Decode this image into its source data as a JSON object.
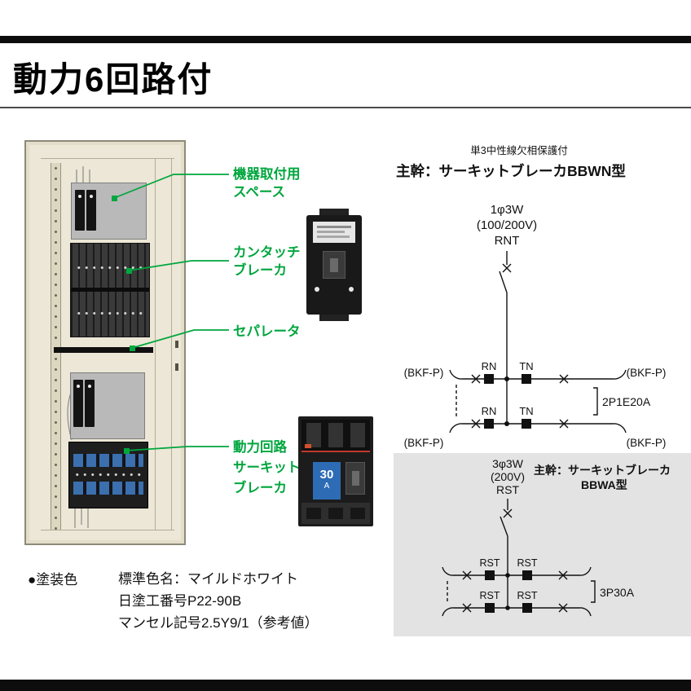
{
  "page": {
    "title": "動力6回路付"
  },
  "callouts": {
    "equipment_space": {
      "line1": "機器取付用",
      "line2": "スペース"
    },
    "kantouch_breaker": {
      "line1": "カンタッチ",
      "line2": "ブレーカ"
    },
    "separator": {
      "line1": "セパレータ"
    },
    "power_circuit_breaker": {
      "line1": "動力回路",
      "line2": "サーキット",
      "line3": "ブレーカ"
    }
  },
  "products": {
    "power_breaker_rating": "30",
    "power_breaker_unit": "A"
  },
  "diagram_top": {
    "protection_note": "単3中性線欠相保護付",
    "main_title": "主幹：サーキットブレーカBBWN型",
    "spec_line1": "1φ3W",
    "spec_line2": "(100/200V)",
    "spec_line3": "RNT",
    "branch_rating": "2P1E20A",
    "bkf_top_left": "(BKF-P)",
    "bkf_top_right": "(BKF-P)",
    "bkf_bottom_left": "(BKF-P)",
    "bkf_bottom_right": "(BKF-P)",
    "rn_row1": "RN",
    "tn_row1": "TN",
    "rn_row2": "RN",
    "tn_row2": "TN"
  },
  "diagram_bottom": {
    "spec_line1": "3φ3W",
    "spec_line2": "(200V)",
    "spec_line3": "RST",
    "main_title_line1": "主幹：サーキットブレーカ",
    "main_title_line2": "BBWA型",
    "branch_rating": "3P30A",
    "rst_row1_left": "RST",
    "rst_row1_right": "RST",
    "rst_row2_left": "RST",
    "rst_row2_right": "RST"
  },
  "paint_info": {
    "heading": "●塗装色",
    "line1": "標準色名：マイルドホワイト",
    "line2": "日塗工番号P22-90B",
    "line3": "マンセル記号2.5Y9/1（参考値）"
  },
  "colors": {
    "callout_green": "#00a63e",
    "cabinet_cream": "#ece7d6",
    "diagram_box_gray": "#e3e3e3",
    "breaker_label_blue": "#2d6cb5"
  }
}
